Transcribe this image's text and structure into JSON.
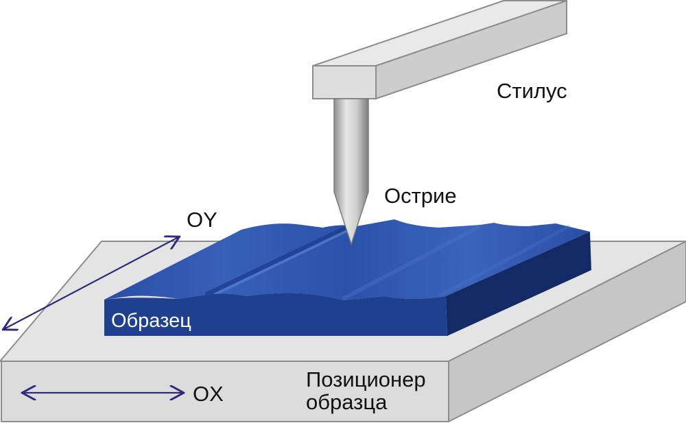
{
  "labels": {
    "stylus": "Стилус",
    "tip": "Острие",
    "sample": "Образец",
    "axis_y": "OY",
    "axis_x": "OX",
    "positioner_line1": "Позиционер",
    "positioner_line2": "образца"
  },
  "colors": {
    "platform_top": "#e4e4e4",
    "platform_front": "#dcdcdc",
    "platform_side": "#c6c6c6",
    "platform_outline": "#8c8c8c",
    "sample_top": "#2a50a8",
    "sample_front": "#1f3f8f",
    "sample_side": "#132a66",
    "arrow": "#2e2a7a",
    "stylus_arm": "#d9d9d9",
    "stylus_tip": "#b9b9b9"
  },
  "icons": {
    "axis_arrows": "double-headed-arrow"
  }
}
